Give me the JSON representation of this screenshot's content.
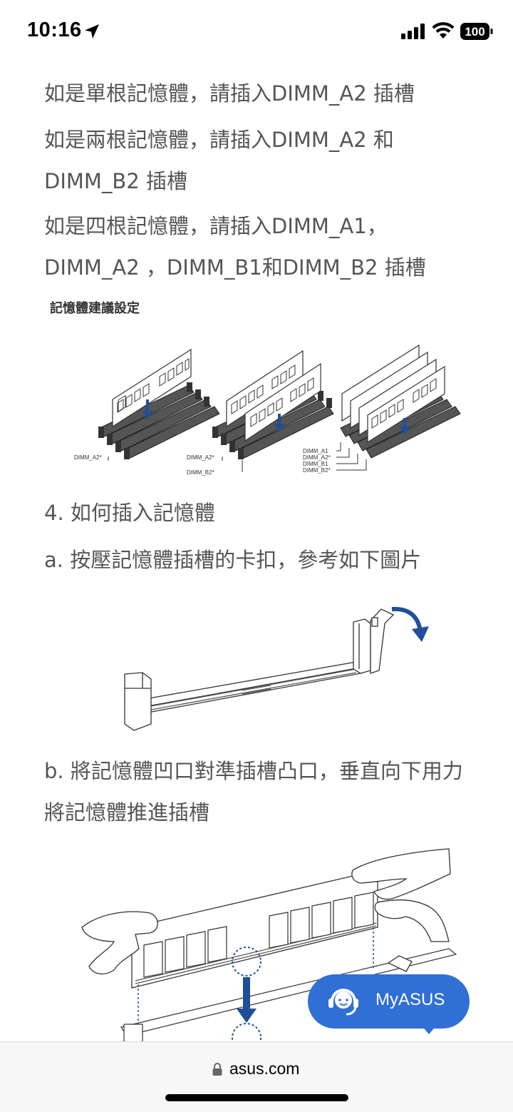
{
  "status": {
    "time": "10:16",
    "battery": "100"
  },
  "article": {
    "paragraphs": [
      "如是單根記憶體，請插入DIMM_A2 插槽",
      "如是兩根記憶體，請插入DIMM_A2 和 DIMM_B2 插槽",
      "如是四根記憶體，請插入DIMM_A1，DIMM_A2 ，DIMM_B1和DIMM_B2 插槽"
    ],
    "figure1": {
      "title": "記憶體建議設定",
      "labels": {
        "single": "DIMM_A2*",
        "dual_a": "DIMM_A2*",
        "dual_b": "DIMM_B2*",
        "quad_a1": "DIMM_A1",
        "quad_a2": "DIMM_A2*",
        "quad_b1": "DIMM_B1",
        "quad_b2": "DIMM_B2*"
      }
    },
    "step4": "4. 如何插入記憶體",
    "step_a": "a. 按壓記憶體插槽的卡扣，參考如下圖片",
    "step_b": "b. 將記憶體凹口對準插槽凸口，垂直向下用力將記憶體推進插槽"
  },
  "floating_button": {
    "label": "MyASUS",
    "icon": "support-agent-icon",
    "color": "#2f6fd6"
  },
  "url_bar": {
    "domain": "asus.com",
    "icon": "lock-icon"
  }
}
